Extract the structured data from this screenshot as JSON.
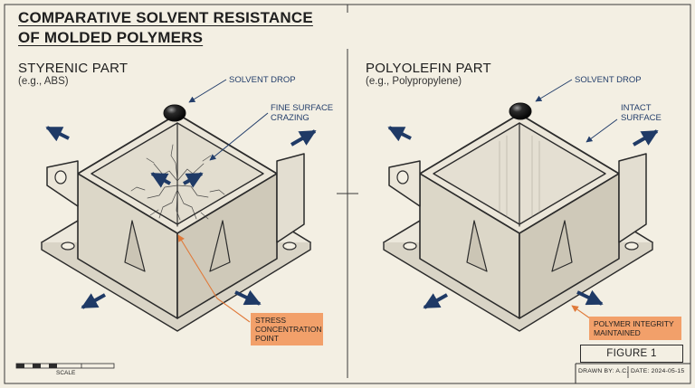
{
  "title": {
    "line1": "COMPARATIVE SOLVENT RESISTANCE",
    "line2": "OF MOLDED POLYMERS"
  },
  "panels": {
    "left": {
      "title": "STYRENIC PART",
      "subtitle": "(e.g., ABS)",
      "callouts": {
        "drop": "SOLVENT DROP",
        "crazing_line1": "FINE SURFACE",
        "crazing_line2": "CRAZING"
      },
      "tag": {
        "line1": "STRESS",
        "line2": "CONCENTRATION",
        "line3": "POINT"
      }
    },
    "right": {
      "title": "POLYOLEFIN PART",
      "subtitle": "(e.g., Polypropylene)",
      "callouts": {
        "drop": "SOLVENT DROP",
        "surface_line1": "INTACT",
        "surface_line2": "SURFACE"
      },
      "tag": {
        "line1": "POLYMER INTEGRITY",
        "line2": "MAINTAINED"
      }
    }
  },
  "figure_label": "FIGURE 1",
  "scale_label": "SCALE",
  "drawn_by": "DRAWN BY: A.C.",
  "date": "DATE: 2024-05-15",
  "colors": {
    "paper": "#f3efe3",
    "ink": "#2b2b2b",
    "arrow_blue": "#1f3a66",
    "callout_text": "#233e6b",
    "tag_orange": "#f2a06a",
    "leader_orange": "#e07a3a"
  }
}
